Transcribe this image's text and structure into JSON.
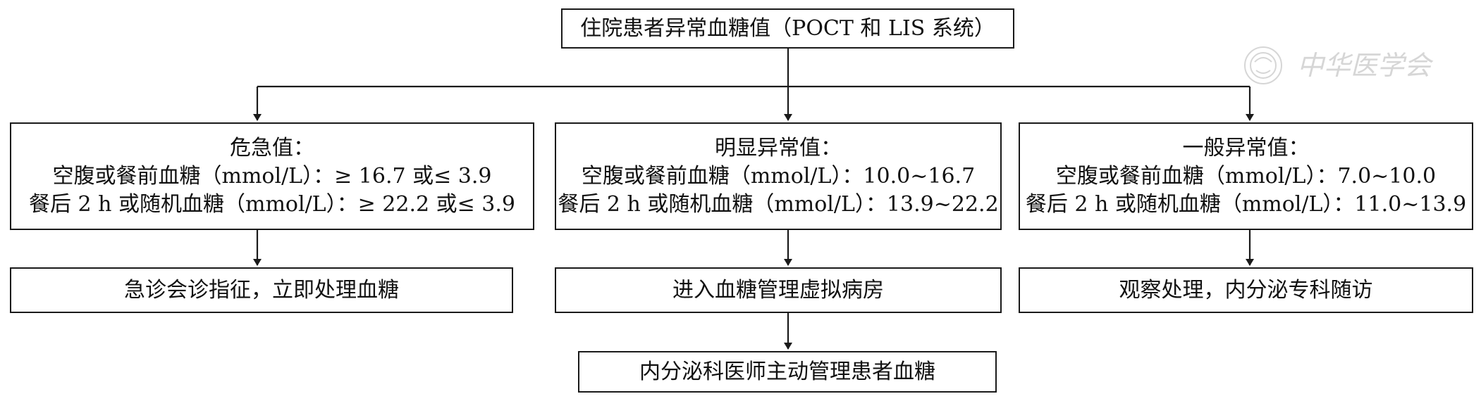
{
  "top": {
    "text": "住院患者异常血糖值（POCT 和 LIS 系统）"
  },
  "categories": [
    {
      "title": "危急值：",
      "line1": "空腹或餐前血糖（mmol/L）：≥ 16.7 或≤ 3.9",
      "line2": "餐后 2 h 或随机血糖（mmol/L）：≥ 22.2 或≤ 3.9",
      "action": "急诊会诊指征，立即处理血糖"
    },
    {
      "title": "明显异常值：",
      "line1": "空腹或餐前血糖（mmol/L）：10.0~16.7",
      "line2": "餐后 2 h 或随机血糖（mmol/L）：13.9~22.2",
      "action": "进入血糖管理虚拟病房"
    },
    {
      "title": "一般异常值：",
      "line1": "空腹或餐前血糖（mmol/L）：7.0~10.0",
      "line2": "餐后 2 h 或随机血糖（mmol/L）：11.0~13.9",
      "action": "观察处理，内分泌专科随访"
    }
  ],
  "final": {
    "text": "内分泌科医师主动管理患者血糖"
  },
  "watermark": {
    "text": "中华医学会"
  },
  "colors": {
    "line": "#1a1a1a",
    "watermark": "#b5b5b5"
  }
}
